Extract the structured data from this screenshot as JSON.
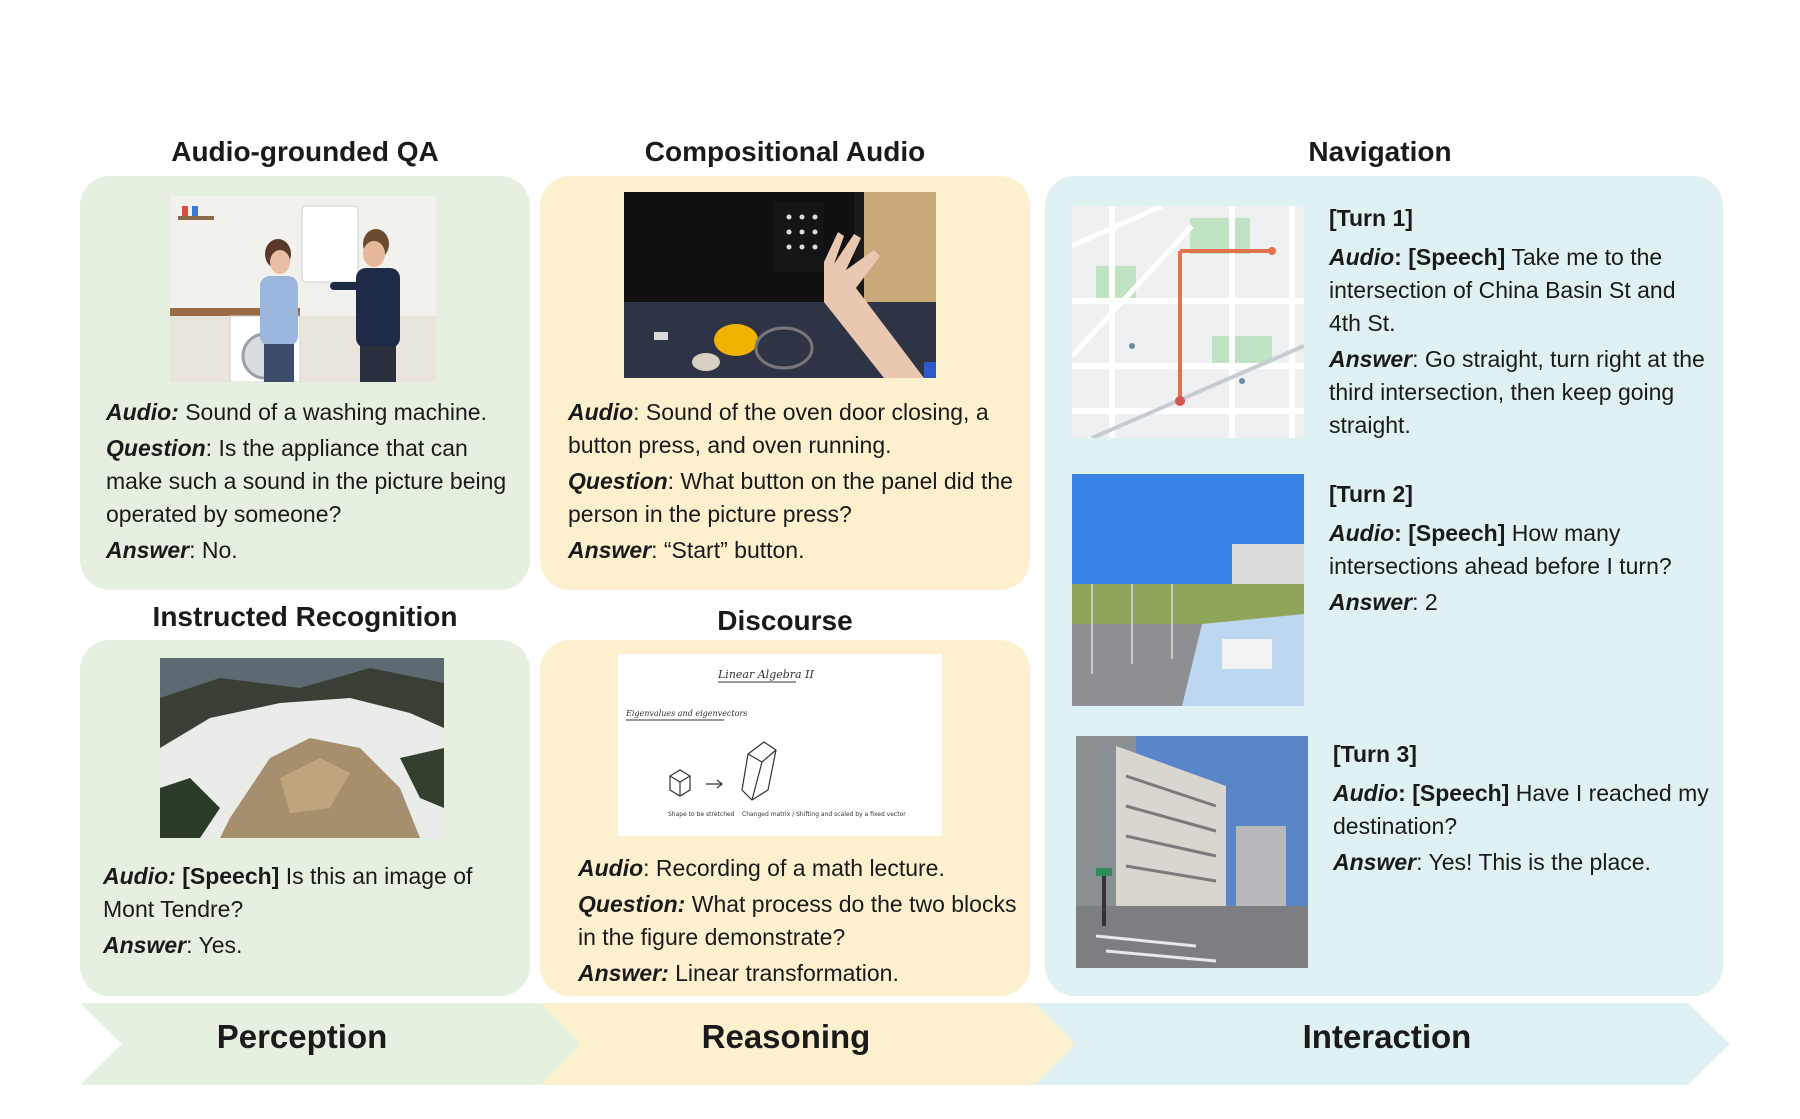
{
  "perception": {
    "aqa": {
      "title": "Audio-grounded QA",
      "audio_label": "Audio:",
      "audio_text": " Sound of a washing machine.",
      "question_label": "Question",
      "question_text": ": Is the appliance that can make such a sound in the picture being operated by someone?",
      "answer_label": "Answer",
      "answer_text": ": No."
    },
    "recog": {
      "title": "Instructed Recognition",
      "audio_label": "Audio:",
      "speech_tag": " [Speech]",
      "audio_text": " Is this an image of Mont Tendre?",
      "answer_label": "Answer",
      "answer_text": ": Yes."
    }
  },
  "reasoning": {
    "comp": {
      "title": "Compositional Audio",
      "audio_label": "Audio",
      "audio_text": ": Sound of the oven door closing, a button press, and oven running.",
      "question_label": "Question",
      "question_text": ": What button on the panel did the person in the picture press?",
      "answer_label": "Answer",
      "answer_text": ": “Start” button."
    },
    "discourse": {
      "title": "Discourse",
      "audio_label": "Audio",
      "audio_text": ": Recording of a math lecture.",
      "question_label": "Question:",
      "question_text": " What process do the two blocks in the figure demonstrate?",
      "answer_label": "Answer:",
      "answer_text": " Linear transformation.",
      "board_title": "Linear Algebra II",
      "board_sub": "Eigenvalues and eigenvectors",
      "board_cap1": "Shape to be stretched",
      "board_cap2": "Changed matrix / Shifting and scaled by a fixed vector"
    }
  },
  "interaction": {
    "title": "Navigation",
    "turns": [
      {
        "turn": "[Turn 1]",
        "audio_label": "Audio",
        "speech_tag": ": [Speech]",
        "audio_text": " Take me to the intersection of China Basin St and 4th St.",
        "answer_label": "Answer",
        "answer_text": ": Go straight, turn right at the third intersection, then keep going straight."
      },
      {
        "turn": "[Turn 2]",
        "audio_label": "Audio",
        "speech_tag": ": [Speech]",
        "audio_text": " How many intersections ahead before I turn?",
        "answer_label": "Answer",
        "answer_text": ": 2"
      },
      {
        "turn": "[Turn 3]",
        "audio_label": "Audio",
        "speech_tag": ": [Speech]",
        "audio_text": " Have I reached my destination?",
        "answer_label": "Answer",
        "answer_text": ": Yes! This is the place."
      }
    ]
  },
  "stages": {
    "perception": "Perception",
    "reasoning": "Reasoning",
    "interaction": "Interaction"
  },
  "colors": {
    "perception": "#e6f0e0",
    "reasoning": "#fdf0cf",
    "interaction": "#dff1f2"
  }
}
